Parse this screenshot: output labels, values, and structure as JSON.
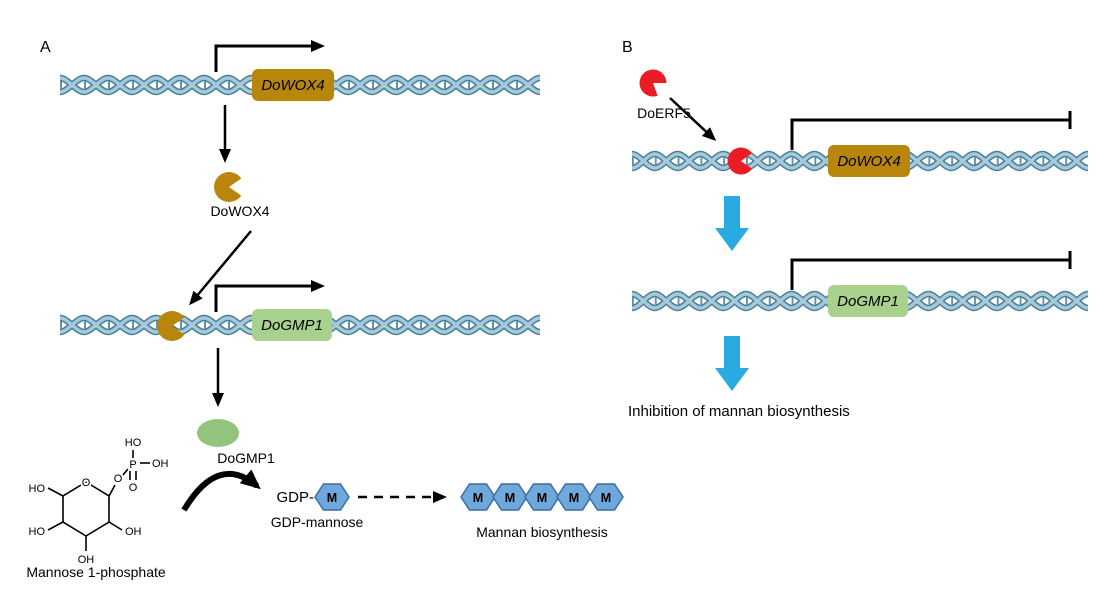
{
  "colors": {
    "gold": "#B8860B",
    "light_green": "#A9D18E",
    "green": "#93C47D",
    "red": "#EC1C24",
    "cyan": "#29ABE2",
    "hex_fill": "#6FA8DC",
    "dna_dark": "#4A7F98",
    "dna_light": "#A6CAD9",
    "dna_rung": "#5E93AB"
  },
  "panel_a": {
    "label": "A",
    "wox4_gene": "DoWOX4",
    "wox4_protein": "DoWOX4",
    "gmp1_gene": "DoGMP1",
    "gmp1_protein": "DoGMP1",
    "substrate": "Mannose 1-phosphate",
    "gdp_prefix": "GDP-",
    "gdp_unit": "M",
    "gdp_mannose": "GDP-mannose",
    "mannan": "Mannan biosynthesis",
    "mannan_units": [
      "M",
      "M",
      "M",
      "M",
      "M"
    ],
    "chem": {
      "ho": "HO",
      "oh": "OH",
      "o": "O",
      "p": "P"
    }
  },
  "panel_b": {
    "label": "B",
    "erf5": "DoERF5",
    "wox4_gene": "DoWOX4",
    "gmp1_gene": "DoGMP1",
    "inhibition": "Inhibition of mannan biosynthesis"
  }
}
